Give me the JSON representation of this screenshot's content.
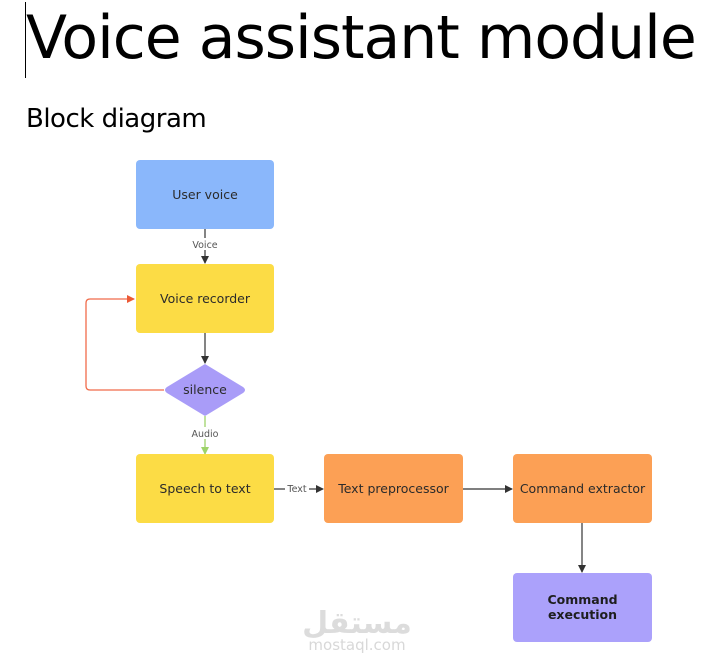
{
  "page": {
    "title": "Voice assistant module",
    "subtitle": "Block diagram"
  },
  "diagram": {
    "nodes": {
      "user_voice": {
        "label": "User voice",
        "shape": "rounded-rect",
        "color": "#8ab7fb"
      },
      "voice_recorder": {
        "label": "Voice recorder",
        "shape": "rounded-rect",
        "color": "#fcdc45"
      },
      "silence": {
        "label": "silence",
        "shape": "diamond",
        "color": "#a99cf8"
      },
      "speech_to_text": {
        "label": "Speech to text",
        "shape": "rounded-rect",
        "color": "#fcdc45"
      },
      "text_preprocessor": {
        "label": "Text preprocessor",
        "shape": "rounded-rect",
        "color": "#fca055"
      },
      "command_extractor": {
        "label": "Command extractor",
        "shape": "rounded-rect",
        "color": "#fca055"
      },
      "command_execution": {
        "label_line1": "Command",
        "label_line2": "execution",
        "shape": "rounded-rect",
        "color": "#aba1fb"
      }
    },
    "edges": [
      {
        "from": "User voice",
        "to": "Voice recorder",
        "label": "Voice",
        "color": "#333333"
      },
      {
        "from": "Voice recorder",
        "to": "silence",
        "label": "",
        "color": "#333333"
      },
      {
        "from": "silence",
        "to": "Voice recorder",
        "label": "",
        "color": "#f06b4a"
      },
      {
        "from": "silence",
        "to": "Speech to text",
        "label": "Audio",
        "color": "#9ed36a"
      },
      {
        "from": "Speech to text",
        "to": "Text preprocessor",
        "label": "Text",
        "color": "#333333"
      },
      {
        "from": "Text preprocessor",
        "to": "Command extractor",
        "label": "",
        "color": "#333333"
      },
      {
        "from": "Command extractor",
        "to": "Command execution",
        "label": "",
        "color": "#333333"
      }
    ],
    "edge_labels": {
      "voice": "Voice",
      "audio": "Audio",
      "text": "Text"
    }
  },
  "watermark": {
    "arabic": "مستقل",
    "latin": "mostaql.com"
  }
}
